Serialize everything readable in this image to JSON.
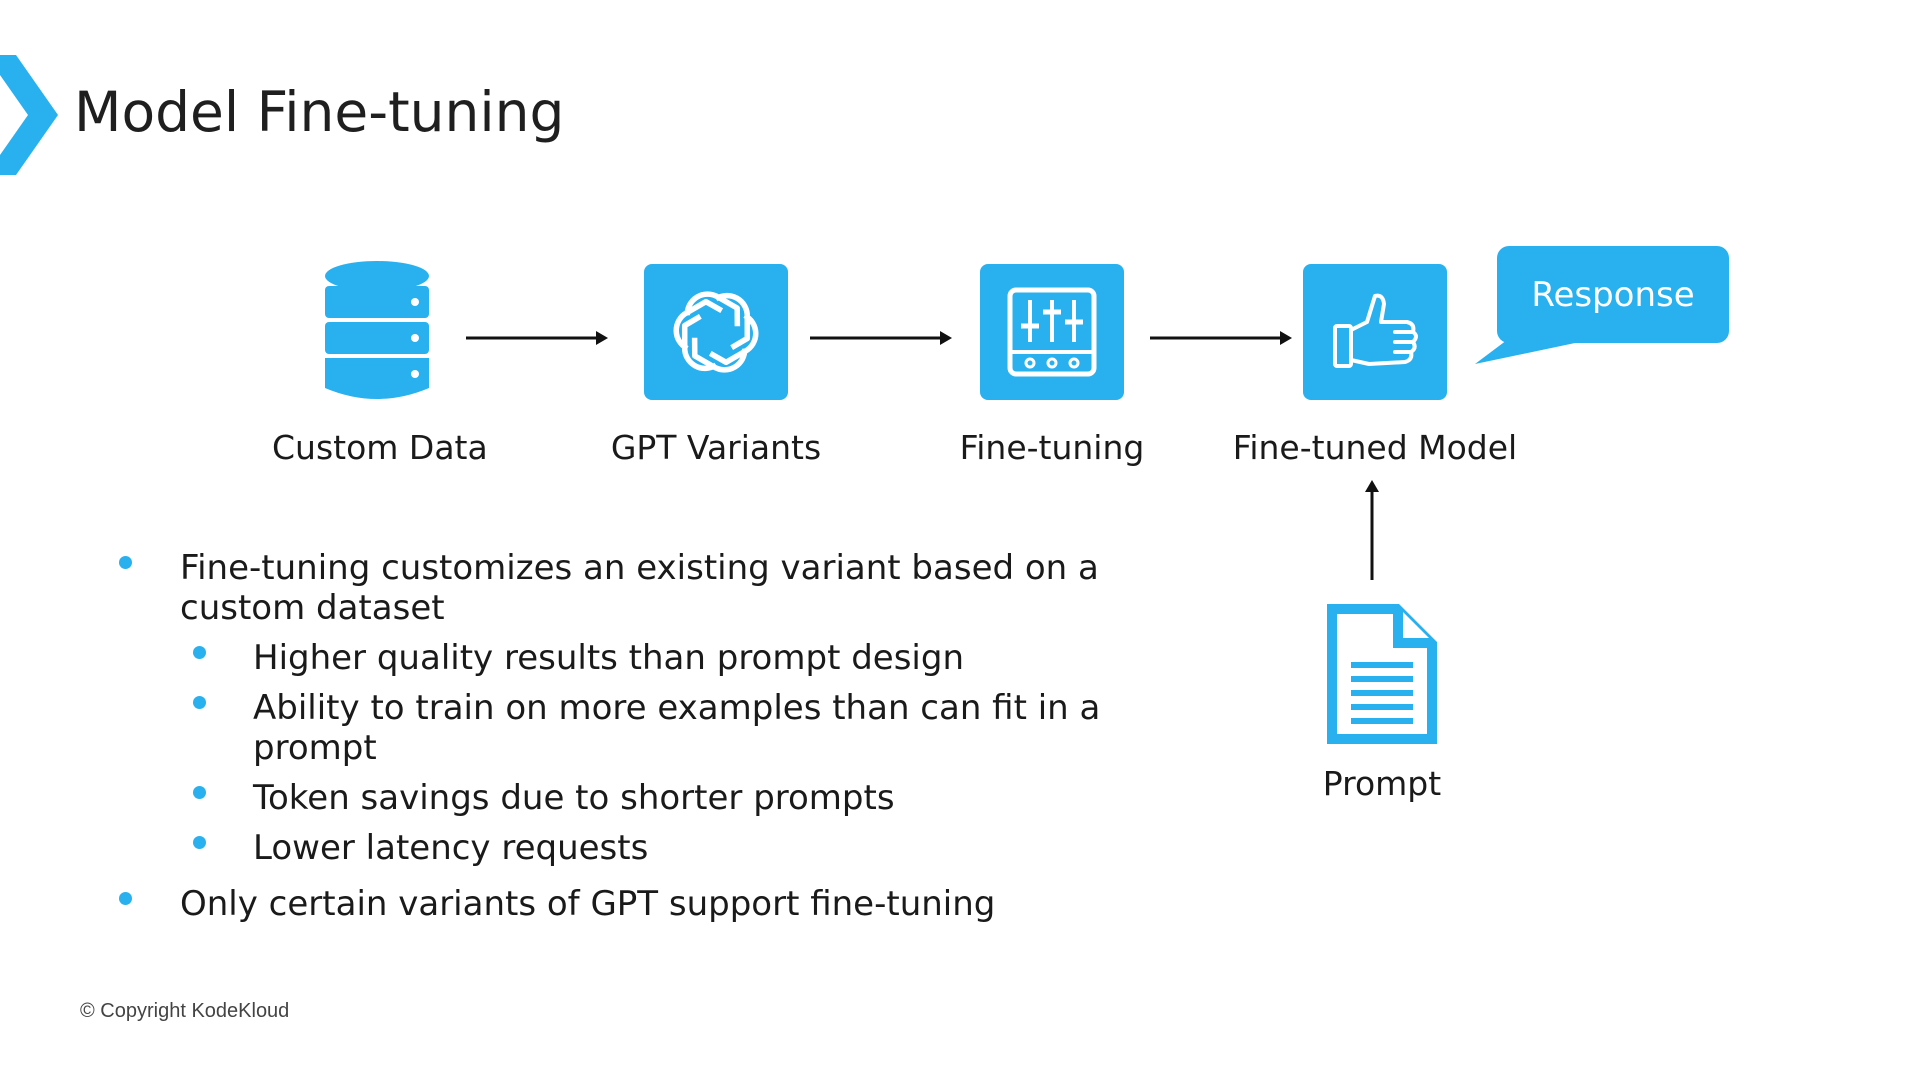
{
  "slide": {
    "title": "Model Fine-tuning",
    "copyright": "© Copyright KodeKloud"
  },
  "colors": {
    "accent": "#29b0ef",
    "text": "#1a1a1a"
  },
  "flow": {
    "nodes": [
      {
        "label": "Custom Data",
        "icon": "database-icon"
      },
      {
        "label": "GPT Variants",
        "icon": "openai-logo-icon"
      },
      {
        "label": "Fine-tuning",
        "icon": "sliders-icon"
      },
      {
        "label": "Fine-tuned Model",
        "icon": "thumbs-up-icon"
      }
    ],
    "response_label": "Response",
    "prompt_label": "Prompt",
    "prompt_icon": "document-icon"
  },
  "bullets": {
    "b1": "Fine-tuning customizes an existing variant based on a custom dataset",
    "sub1": "Higher quality results than prompt design",
    "sub2": "Ability to train on more examples than can fit in a prompt",
    "sub3": "Token savings due to shorter prompts",
    "sub4": "Lower latency requests",
    "b2": "Only certain variants of GPT support fine-tuning"
  }
}
